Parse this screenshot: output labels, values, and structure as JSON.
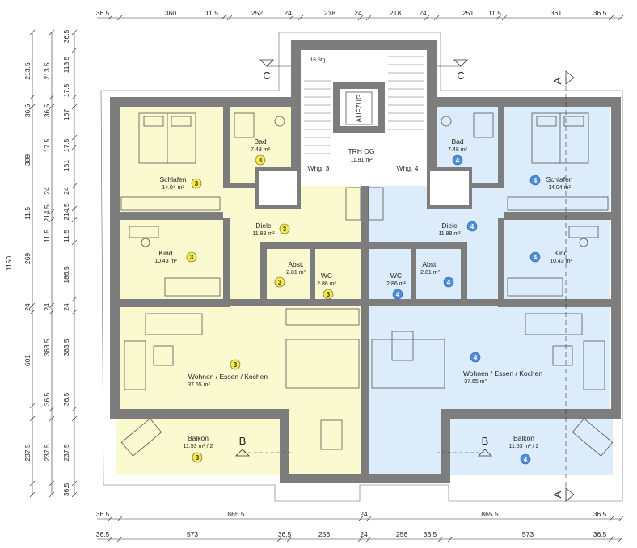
{
  "dims_top": [
    "36.5",
    "360",
    "11.5",
    "252",
    "24",
    "218",
    "24",
    "218",
    "24",
    "251",
    "11.5",
    "361",
    "36.5"
  ],
  "dims_bottom1": [
    "36.5",
    "865.5",
    "24",
    "865.5",
    "36.5"
  ],
  "dims_bottom2": [
    "36.5",
    "573",
    "36.5",
    "256",
    "24",
    "256",
    "36.5",
    "573",
    "36.5"
  ],
  "dims_left_inner": [
    "36.5",
    "113.5",
    "17.5",
    "167",
    "17.5",
    "151",
    "24",
    "214.5",
    "11.5",
    "186.5",
    "24",
    "363.5",
    "36.5",
    "237.5",
    "36.5"
  ],
  "dims_left_outer": [
    "213.5",
    "36.5",
    "389",
    "11.5",
    "269",
    "24",
    "601",
    "237.5"
  ],
  "dim_total": "1150",
  "sections": {
    "c": "C",
    "a": "A",
    "b": "B"
  },
  "stair": {
    "steps": "16 Stg.",
    "elevator": "AUFZUG",
    "hall_name": "TRH OG",
    "hall_area": "11.91 m²"
  },
  "unit_labels": {
    "left": "Whg. 3",
    "right": "Whg. 4"
  },
  "rooms_left": {
    "bad": {
      "name": "Bad",
      "area": "7.48 m²",
      "num": "3"
    },
    "schlafen": {
      "name": "Schlafen",
      "area": "14.04 m²",
      "num": "3"
    },
    "diele": {
      "name": "Diele",
      "area": "11.88 m²",
      "num": "3"
    },
    "kind": {
      "name": "Kind",
      "area": "10.43 m²",
      "num": "3"
    },
    "abst": {
      "name": "Abst.",
      "area": "2.81 m²",
      "num": "3"
    },
    "wc": {
      "name": "WC",
      "area": "2.86 m²",
      "num": "3"
    },
    "wohnen": {
      "name": "Wohnen / Essen / Kochen",
      "area": "37.65 m²",
      "num": "3"
    },
    "balkon": {
      "name": "Balkon",
      "area": "11.53 m² / 2",
      "num": "3"
    }
  },
  "rooms_right": {
    "bad": {
      "name": "Bad",
      "area": "7.48 m²",
      "num": "4"
    },
    "schlafen": {
      "name": "Schlafen",
      "area": "14.04 m²",
      "num": "4"
    },
    "diele": {
      "name": "Diele",
      "area": "11.88 m²",
      "num": "4"
    },
    "kind": {
      "name": "Kind",
      "area": "10.43 m²",
      "num": "4"
    },
    "abst": {
      "name": "Abst.",
      "area": "2.81 m²",
      "num": "4"
    },
    "wc": {
      "name": "WC",
      "area": "2.86 m²",
      "num": "4"
    },
    "wohnen": {
      "name": "Wohnen / Essen / Kochen",
      "area": "37.65 m²",
      "num": "4"
    },
    "balkon": {
      "name": "Balkon",
      "area": "11.53 m² / 2",
      "num": "4"
    }
  },
  "colors": {
    "unit3": "#fbf9cf",
    "unit4": "#dcecfa",
    "badge3": "#f5ea47",
    "badge4": "#4f8ed8",
    "wall": "#7d7d7d"
  }
}
